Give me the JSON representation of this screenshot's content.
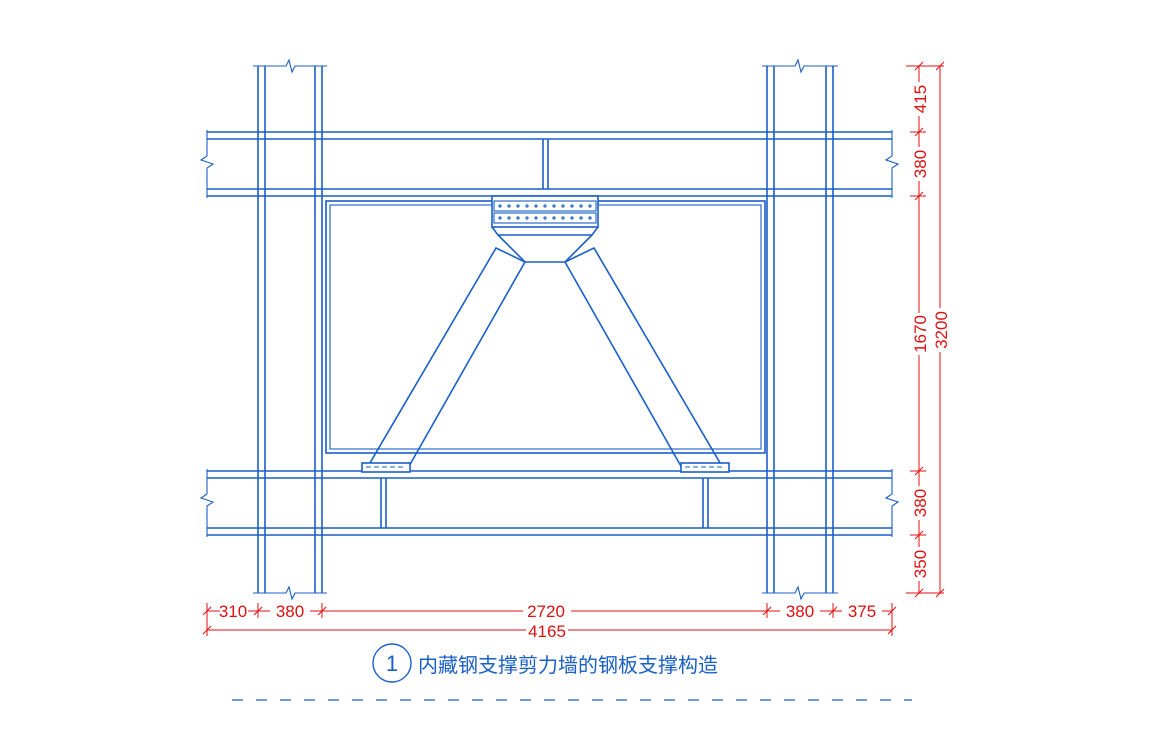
{
  "dimensions": {
    "horizontal": [
      "310",
      "380",
      "2720",
      "380",
      "375"
    ],
    "horizontal_total": "4165",
    "vertical": [
      "415",
      "380",
      "1670",
      "380",
      "350"
    ],
    "vertical_total": "3200"
  },
  "caption": {
    "number": "1",
    "title": "内藏钢支撑剪力墙的钢板支撑构造"
  },
  "colors": {
    "structure": "#1a5fc8",
    "dimension": "#e01010"
  }
}
